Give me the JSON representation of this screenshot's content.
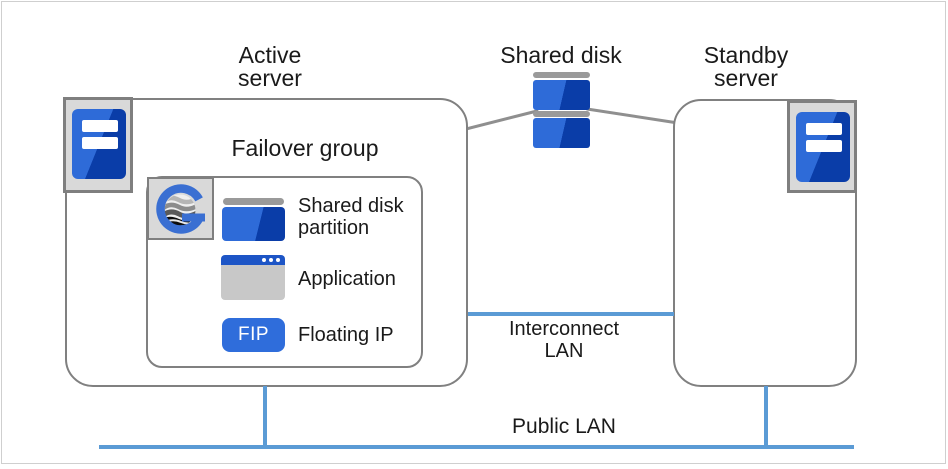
{
  "figure": {
    "type": "failover-cluster-architecture-diagram",
    "labels": {
      "active_server": "Active\nserver",
      "shared_disk": "Shared disk",
      "standby_server": "Standby\nserver",
      "failover_group": "Failover group",
      "interconnect_lan": "Interconnect\nLAN",
      "public_lan": "Public LAN"
    },
    "failover_group": {
      "resources": [
        {
          "icon": "shared-disk-partition-icon",
          "label": "Shared disk\npartition"
        },
        {
          "icon": "application-window-icon",
          "label": "Application"
        },
        {
          "icon": "floating-ip-badge",
          "badge": "FIP",
          "label": "Floating IP"
        }
      ]
    },
    "icons": {
      "active_server": "server-tower-icon",
      "standby_server": "server-tower-icon",
      "shared_disk": "disk-array-icon",
      "failover_group_logo": "cluster-logo-icon"
    },
    "colors": {
      "primary_blue": "#2e6bd8",
      "dark_blue": "#0a3da8",
      "fip_blue": "#2f6ddb",
      "titlebar_blue": "#1d55c6",
      "lan_line_blue": "#5b9bd5",
      "connector_gray": "#8f8f8f",
      "box_border_gray": "#808080",
      "icon_frame_gray": "#d9d9d9",
      "icon_body_gray": "#c8c8c8",
      "disk_cap_gray": "#9a9a9a"
    }
  }
}
